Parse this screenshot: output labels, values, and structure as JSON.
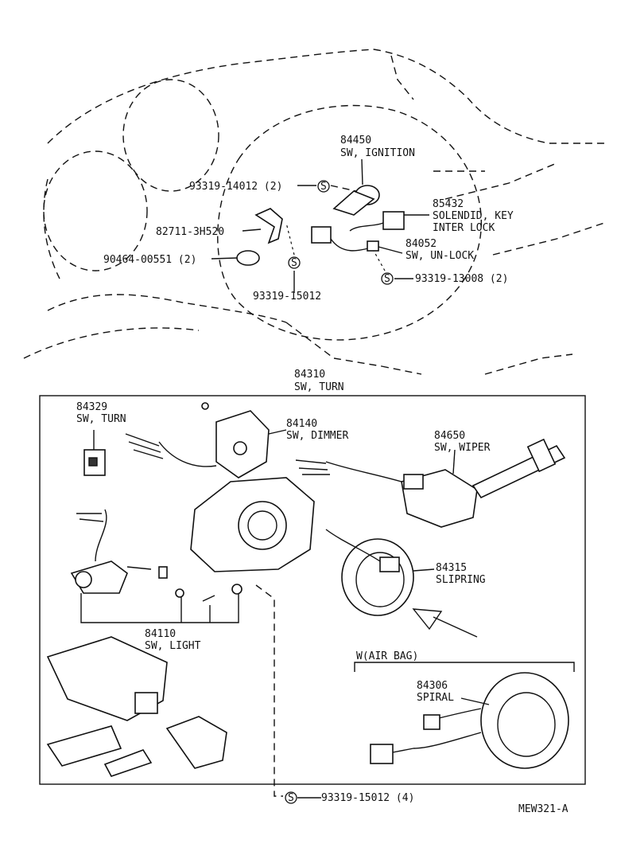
{
  "labels": {
    "p84450": {
      "num": "84450",
      "name": "SW, IGNITION"
    },
    "p93319_14012": "93319-14012 (2)",
    "p85432": {
      "num": "85432",
      "name1": "SOLENDID, KEY",
      "name2": "INTER LOCK"
    },
    "p82711": "82711-3H520",
    "p84052": {
      "num": "84052",
      "name": "SW, UN-LOCK"
    },
    "p90464": "90464-00551 (2)",
    "p93319_13008": "93319-13008 (2)",
    "p93319_15012": "93319-15012",
    "p84310": {
      "num": "84310",
      "name": "SW, TURN"
    },
    "p84329": {
      "num": "84329",
      "name": "SW, TURN"
    },
    "p84140": {
      "num": "84140",
      "name": "SW, DIMMER"
    },
    "p84650": {
      "num": "84650",
      "name": "SW, WIPER"
    },
    "p84315": {
      "num": "84315",
      "name": "SLIPRING"
    },
    "p84110": {
      "num": "84110",
      "name": "SW, LIGHT"
    },
    "airbag": "W(AIR BAG)",
    "p84306": {
      "num": "84306",
      "name": "SPIRAL"
    },
    "p93319_15012_4": "93319-15012 (4)",
    "figure_code": "MEW321-A"
  },
  "symbols": {
    "screw": "S"
  },
  "colors": {
    "ink": "#111111",
    "paper": "#ffffff"
  },
  "icons": [
    "screw-symbol-icon",
    "arrow-icon"
  ]
}
